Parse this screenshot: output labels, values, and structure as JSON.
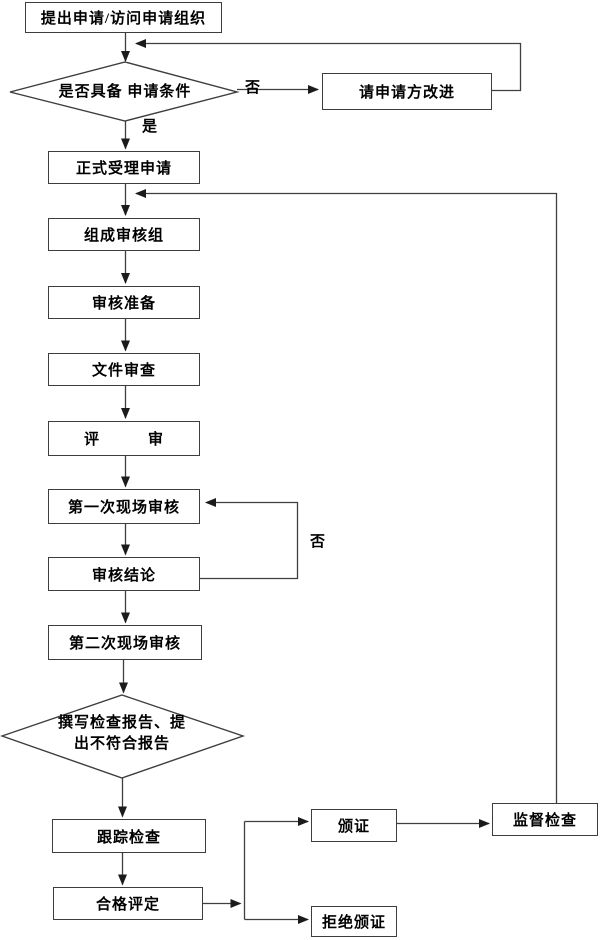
{
  "colors": {
    "background": "#ffffff",
    "line": "#3f3f3f",
    "border": "#3d3d3d",
    "text": "#000000",
    "arrowhead": "#1b1b1b"
  },
  "nodes": {
    "apply": "提出申请/访问申请组织",
    "condition": "是否具备 申请条件",
    "improve": "请申请方改进",
    "accept": "正式受理申请",
    "team": "组成审核组",
    "prepare": "审核准备",
    "doc_review": "文件审查",
    "review": "评　　　审",
    "first_audit": "第一次现场审核",
    "conclusion": "审核结论",
    "second_audit": "第二次现场审核",
    "report_line1": "撰写检查报告、提",
    "report_line2": "出不符合报告",
    "follow_up": "跟踪检查",
    "assessment": "合格评定",
    "issue": "颁证",
    "refuse": "拒绝颁证",
    "supervise": "监督检查"
  },
  "edge_labels": {
    "no_condition": "否",
    "yes_condition": "是",
    "no_conclusion": "否"
  },
  "edges": [
    {
      "from": "apply",
      "to": "condition",
      "label": ""
    },
    {
      "from": "condition",
      "to": "improve",
      "label": "否"
    },
    {
      "from": "improve",
      "to": "condition",
      "label": ""
    },
    {
      "from": "condition",
      "to": "accept",
      "label": "是"
    },
    {
      "from": "accept",
      "to": "team",
      "label": ""
    },
    {
      "from": "team",
      "to": "prepare",
      "label": ""
    },
    {
      "from": "prepare",
      "to": "doc_review",
      "label": ""
    },
    {
      "from": "doc_review",
      "to": "review",
      "label": ""
    },
    {
      "from": "review",
      "to": "first_audit",
      "label": ""
    },
    {
      "from": "first_audit",
      "to": "conclusion",
      "label": ""
    },
    {
      "from": "conclusion",
      "to": "first_audit",
      "label": "否"
    },
    {
      "from": "conclusion",
      "to": "second_audit",
      "label": ""
    },
    {
      "from": "second_audit",
      "to": "report",
      "label": ""
    },
    {
      "from": "report",
      "to": "follow_up",
      "label": ""
    },
    {
      "from": "follow_up",
      "to": "assessment",
      "label": ""
    },
    {
      "from": "assessment",
      "to": "issue",
      "label": ""
    },
    {
      "from": "assessment",
      "to": "refuse",
      "label": ""
    },
    {
      "from": "issue",
      "to": "supervise",
      "label": ""
    },
    {
      "from": "supervise",
      "to": "team",
      "label": ""
    }
  ]
}
